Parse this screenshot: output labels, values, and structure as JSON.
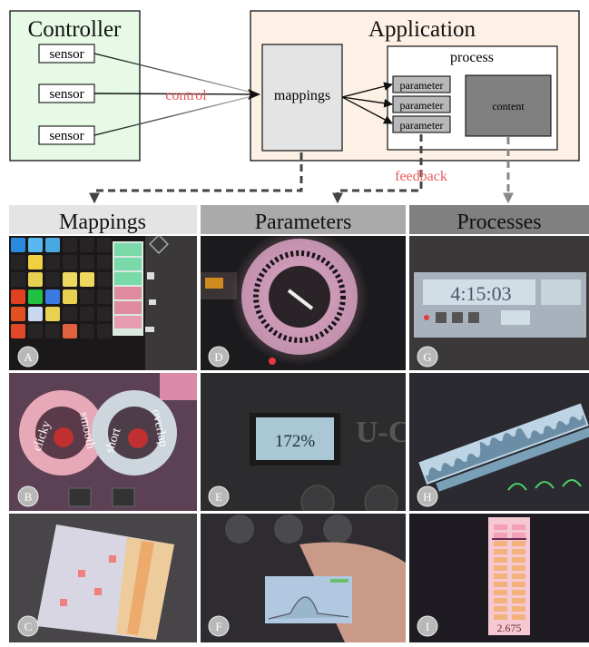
{
  "diagram": {
    "controller": {
      "title": "Controller",
      "sensors": [
        "sensor",
        "sensor",
        "sensor"
      ]
    },
    "application": {
      "title": "Application",
      "mappings_label": "mappings",
      "process": {
        "title": "process",
        "parameters": [
          "parameter",
          "parameter",
          "parameter"
        ],
        "content_label": "content"
      }
    },
    "control_label": "control",
    "feedback_label": "feedback",
    "colors": {
      "controller_fill": "#e6fae6",
      "application_fill": "#fdf0e4",
      "mappings_fill": "#e4e4e4",
      "content_fill": "#808080",
      "parameter_fill": "#b8b8b8",
      "annotation_red": "#e85a5a",
      "header_mappings": "#e4e4e4",
      "header_parameters": "#aaaaaa",
      "header_processes": "#808080"
    }
  },
  "columns": [
    {
      "title": "Mappings",
      "photos": [
        "A",
        "B",
        "C"
      ]
    },
    {
      "title": "Parameters",
      "photos": [
        "D",
        "E",
        "F"
      ]
    },
    {
      "title": "Processes",
      "photos": [
        "G",
        "H",
        "I"
      ]
    }
  ],
  "photo_text": {
    "E_display": "172%",
    "E_brand": "U-C",
    "B_ring1_left": "clicky",
    "B_ring1_right": "smooth",
    "B_ring2_left": "short",
    "B_ring2_right": "overlap",
    "G_display": "4:15:03",
    "I_value": "2.675"
  }
}
